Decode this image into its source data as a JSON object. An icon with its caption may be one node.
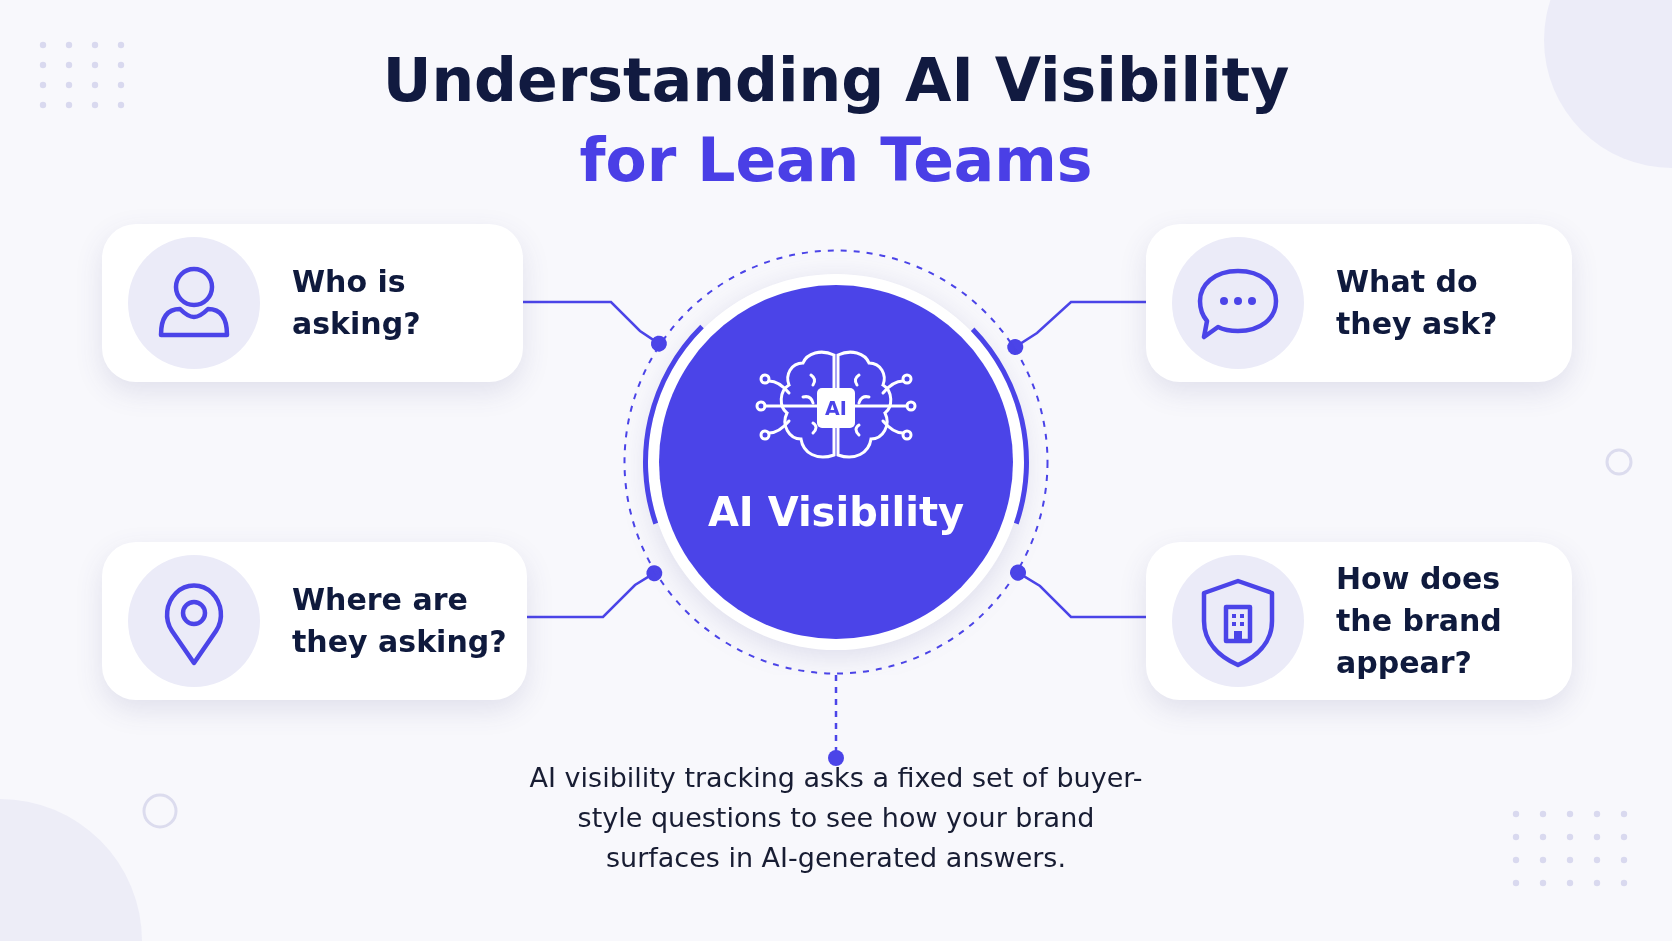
{
  "diagram": {
    "title": "Understanding AI Visibility for Lean Teams",
    "nodes": [
      {
        "text": [
          "Who is asking?"
        ]
      },
      {
        "text": [
          "What do they ask?"
        ]
      },
      {
        "text": [
          "AI",
          "AI Visibility"
        ]
      },
      {
        "text": [
          "Where are they asking?"
        ]
      },
      {
        "text": [
          "How does the brand appear?"
        ]
      },
      {
        "text": [
          "AI visibility tracking asks a fixed set of buyer-style questions to see how your brand surfaces in AI-generated answers."
        ]
      }
    ],
    "edges": [
      {
        "from": 0,
        "to": 2,
        "arrow": "other"
      },
      {
        "from": 1,
        "to": 2,
        "arrow": "other"
      },
      {
        "from": 3,
        "to": 2,
        "arrow": "other"
      },
      {
        "from": 4,
        "to": 2,
        "arrow": "other"
      },
      {
        "from": 2,
        "to": 5,
        "arrow": "other",
        "style": "dashed"
      }
    ]
  }
}
